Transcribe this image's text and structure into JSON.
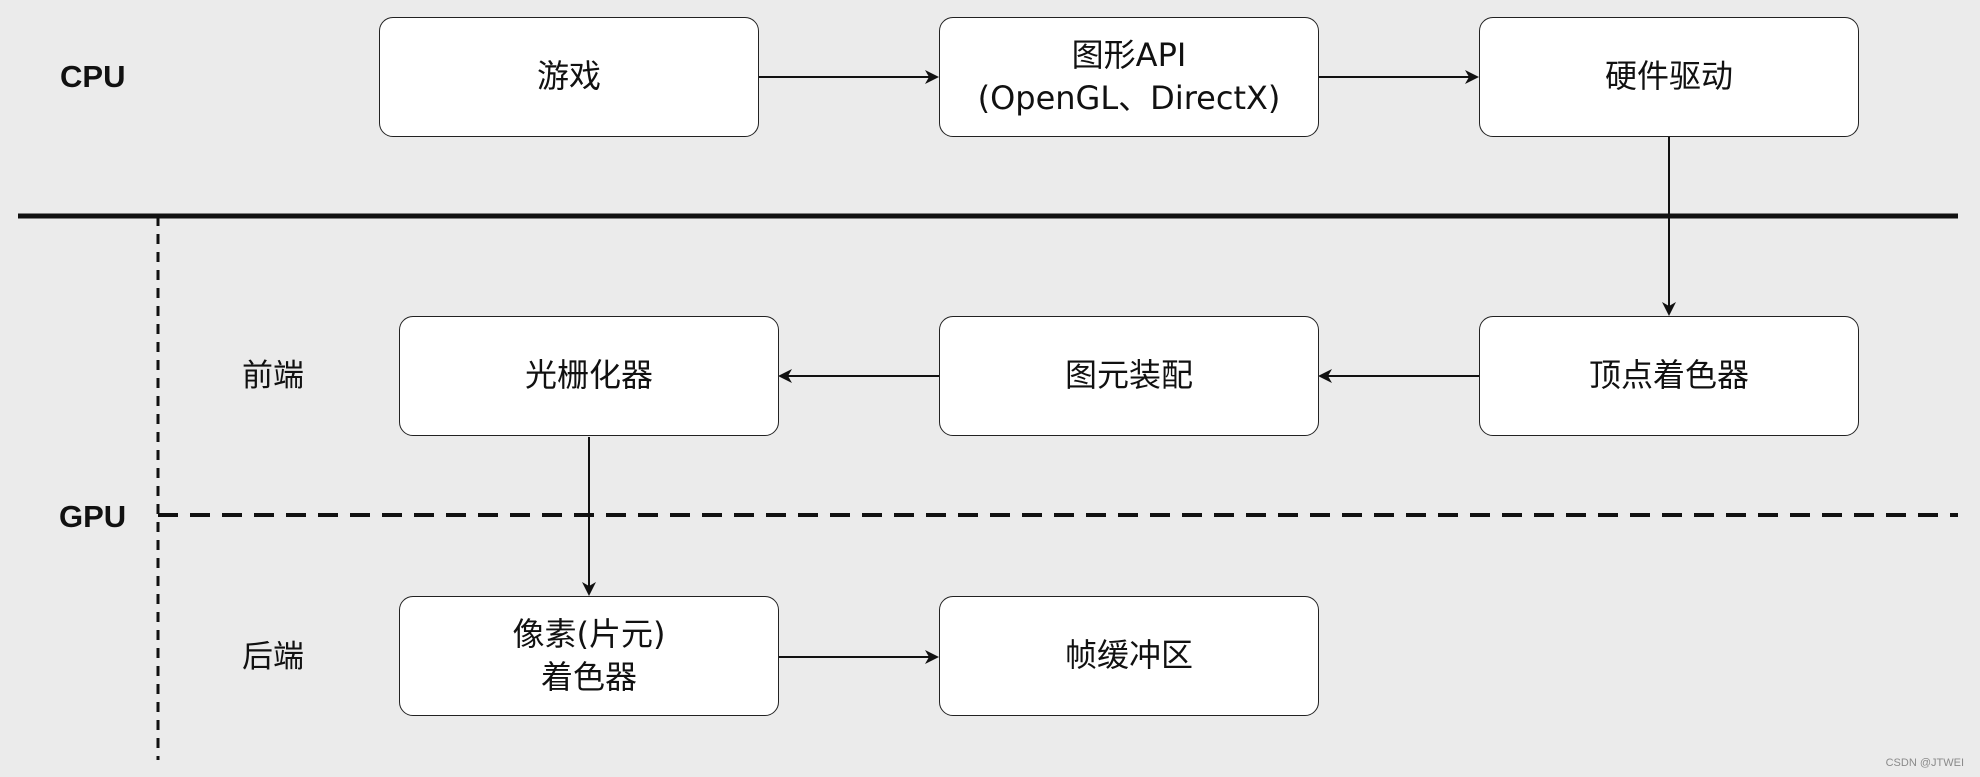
{
  "sections": {
    "cpu": "CPU",
    "gpu": "GPU",
    "frontend": "前端",
    "backend": "后端"
  },
  "nodes": {
    "game": {
      "label": "游戏"
    },
    "graphics_api": {
      "line1": "图形API",
      "line2": "(OpenGL、DirectX)"
    },
    "driver": {
      "label": "硬件驱动"
    },
    "vertex_shader": {
      "label": "顶点着色器"
    },
    "primitive_assembly": {
      "label": "图元装配"
    },
    "rasterizer": {
      "label": "光栅化器"
    },
    "pixel_shader": {
      "line1": "像素(片元)",
      "line2": "着色器"
    },
    "framebuffer": {
      "label": "帧缓冲区"
    }
  },
  "watermark": "CSDN @JTWEI"
}
